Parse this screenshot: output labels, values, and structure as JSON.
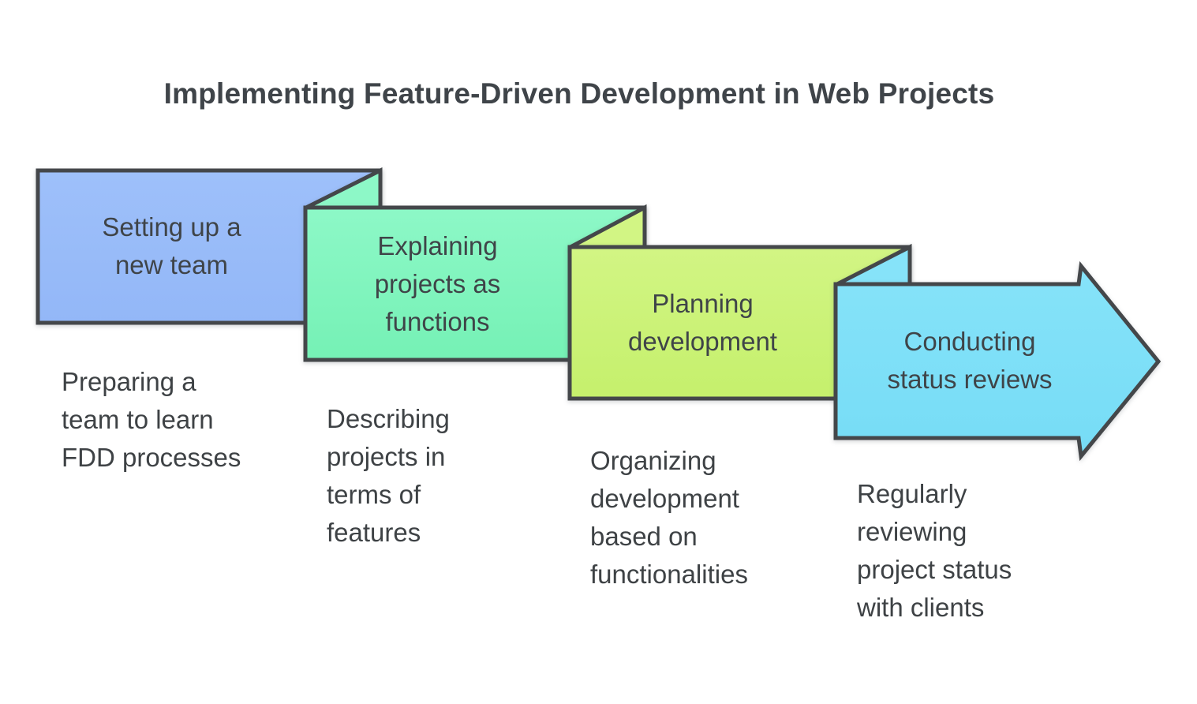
{
  "title": "Implementing Feature-Driven Development in Web Projects",
  "colors": {
    "background": "#ffffff",
    "border": "#44474a",
    "title_text": "#3f4449",
    "label_text": "#3f4448",
    "description_text": "#3e4245"
  },
  "steps": [
    {
      "label": "Setting up a\nnew team",
      "description": "Preparing a\nteam to learn\nFDD processes",
      "color_top": "#9ec0fa",
      "color_bottom": "#93b7f7"
    },
    {
      "label": "Explaining\nprojects as\nfunctions",
      "description": "Describing\nprojects in\nterms of\nfeatures",
      "color_top": "#8df8c7",
      "color_bottom": "#75f1b5"
    },
    {
      "label": "Planning\ndevelopment",
      "description": "Organizing\ndevelopment\nbased on\nfunctionalities",
      "color_top": "#d2f584",
      "color_bottom": "#c5f06c"
    },
    {
      "label": "Conducting\nstatus reviews",
      "description": "Regularly\nreviewing\nproject status\nwith clients",
      "color_top": "#86e3f9",
      "color_bottom": "#76dcf6"
    }
  ]
}
